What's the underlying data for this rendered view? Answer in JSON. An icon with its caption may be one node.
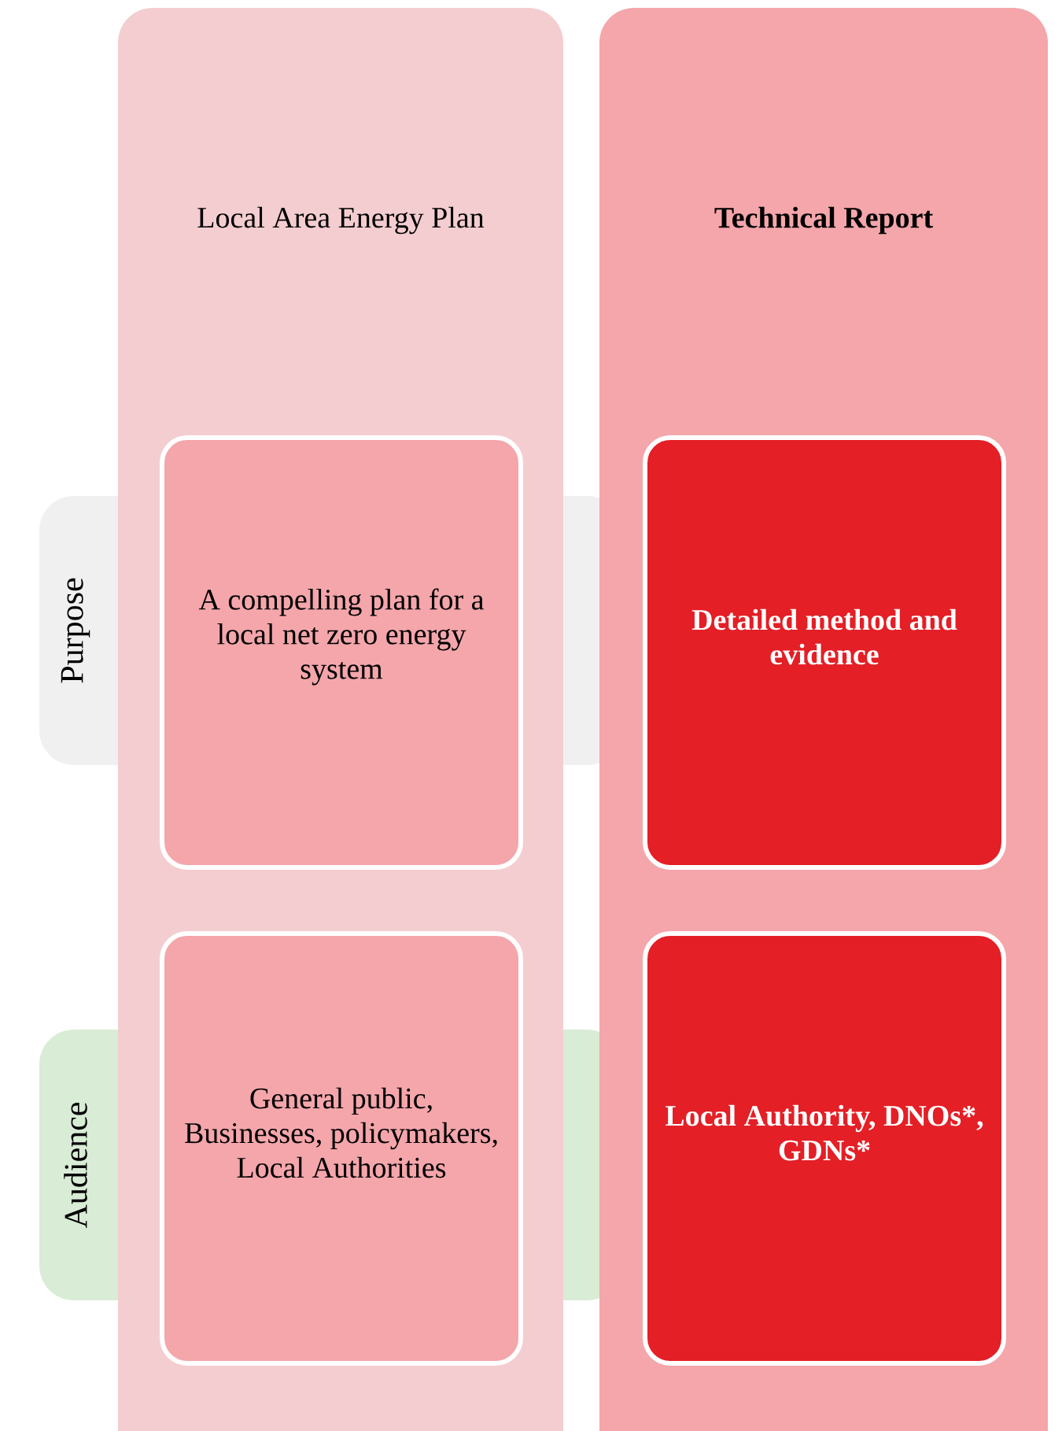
{
  "diagram": {
    "nodes": [
      {
        "text": [
          "Local Area Energy Plan"
        ]
      },
      {
        "text": [
          "Technical Report"
        ]
      },
      {
        "text": [
          "Purpose"
        ]
      },
      {
        "text": [
          "A compelling plan for a local net zero energy system"
        ],
        "in": 0
      },
      {
        "text": [
          "Detailed method and evidence"
        ],
        "in": 1
      },
      {
        "text": [
          "Audience"
        ]
      },
      {
        "text": [
          "General public, Businesses, policymakers, Local Authorities"
        ],
        "in": 0
      },
      {
        "text": [
          "Local Authority, DNOs*, GDNs*"
        ],
        "in": 1
      }
    ]
  }
}
